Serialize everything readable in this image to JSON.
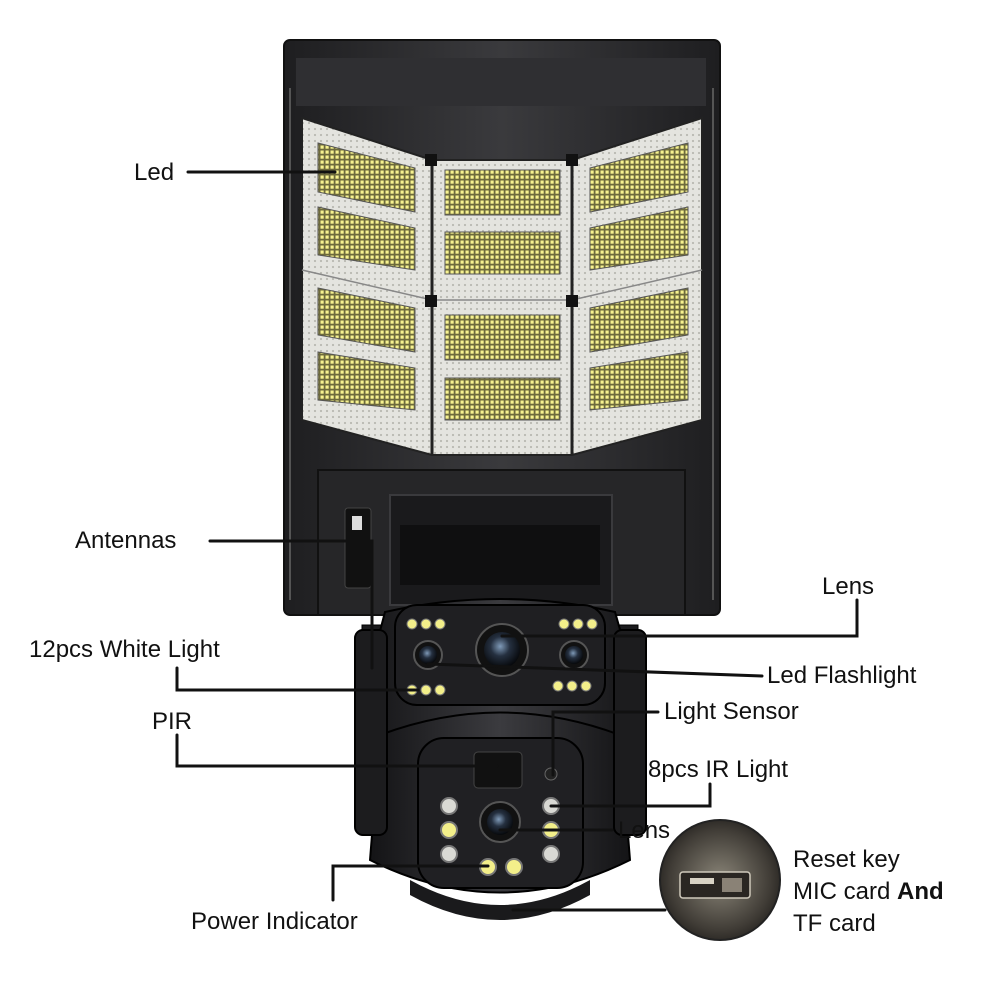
{
  "labels": {
    "led": "Led",
    "antennas": "Antennas",
    "white_light": "12pcs White Light",
    "pir": "PIR",
    "lens_top": "Lens",
    "led_flashlight": "Led Flashlight",
    "light_sensor": "Light Sensor",
    "ir_light": "8pcs IR Light",
    "lens_bottom": "Lens",
    "power_indicator": "Power Indicator",
    "reset_line1": "Reset key",
    "reset_line2_a": "MIC card ",
    "reset_line2_b": "And",
    "reset_line3": "TF card"
  },
  "colors": {
    "housing": "#2b2b2d",
    "panel_light": "#e9e9e4",
    "led_yellow": "#f3ef8a",
    "leader_line": "#111111"
  }
}
